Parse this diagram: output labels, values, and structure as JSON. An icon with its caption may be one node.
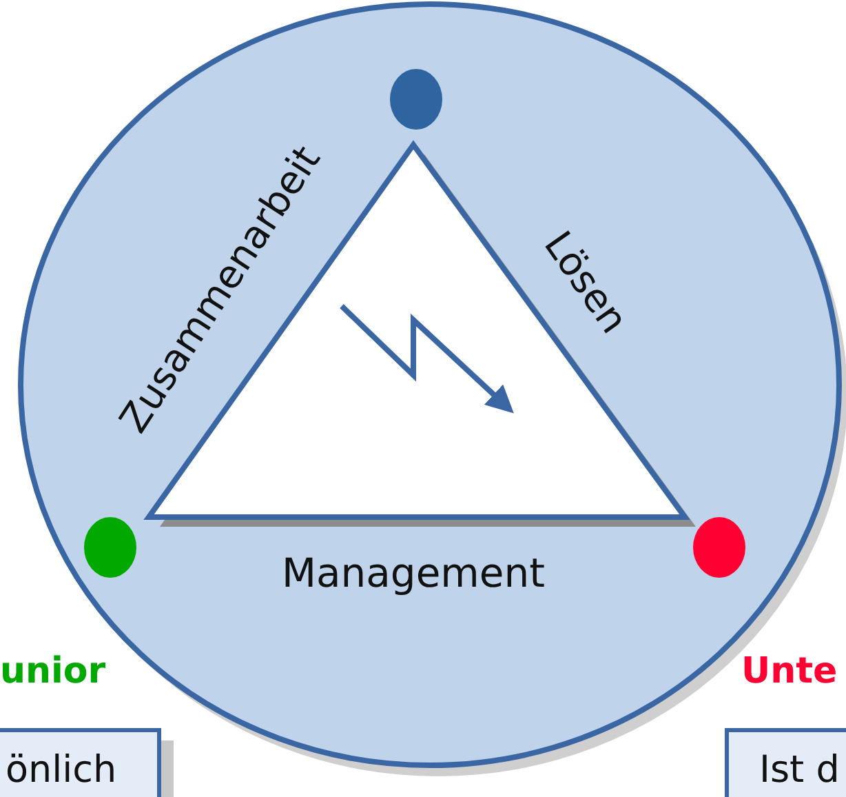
{
  "diagram": {
    "nodes": [
      {
        "text": [
          "önlich"
        ]
      },
      {
        "text": [
          "Ist d"
        ]
      }
    ],
    "edges": [],
    "labels": [
      "Zusammenarbeit",
      "Lösen",
      "Management",
      "unior",
      "Unte"
    ]
  }
}
